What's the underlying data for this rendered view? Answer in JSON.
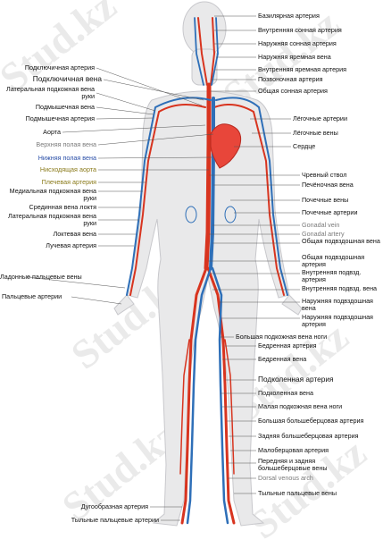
{
  "colors": {
    "artery": "#d8341f",
    "vein": "#2e6fb8",
    "skin": "#e9e9ea",
    "skin_stroke": "#c8c8cc",
    "heart": "#e8463a"
  },
  "watermark": "Stud.kz",
  "labels_right": [
    "Базилярная артерия",
    "Внутренняя сонная артерия",
    "Наружняя сонная артерия",
    "Наружняя яремная вена",
    "Внутренняя яремная артерия",
    "Позвоночная артерия",
    "Общая сонная артерия",
    "Лёгочные артерии",
    "Лёгочные вены",
    "Сердце",
    "Чревный ствол",
    "Печёночная вена",
    "Почечные вены",
    "Почечные артерии",
    "Gonadal vein",
    "Gonadal artery",
    "Общая подвздошная вена",
    "Общая подвздошная артерия",
    "Внутренняя подвзд. артерия",
    "Внутренняя подвзд. вена",
    "Наружняя подвздошная вена",
    "Наружняя подвздошная артерия",
    "Большая подкожная вена ноги",
    "Бедренная артерия",
    "Бедренная вена",
    "Подколенная артерия",
    "Подколенная вена",
    "Малая подкожная вена ноги",
    "Большая большеберцовая артерия",
    "Задняя большеберцовая артерия",
    "Малоберцовая артерия",
    "Передняя и задняя большеберцовые вены",
    "Dorsal venous arch",
    "Тыльные пальцевые вены"
  ],
  "labels_left": [
    "Подключичная артерия",
    "Подключичная вена",
    "Латеральная подкожная вена руки",
    "Подмышечная вена",
    "Подмышечная артерия",
    "Аорта",
    "Верхняя полая вена",
    "Нижняя полая вена",
    "Нисходящая аорта",
    "Плечевая артерия",
    "Медиальная подкожная вена руки",
    "Срединная вена локтя",
    "Латеральная подкожная вена руки",
    "Локтевая вена",
    "Лучевая артерия",
    "Ладонные пальцевые вены",
    "Пальцевые артерии",
    "Дугообразная артерия",
    "Тыльные пальцевые артерии"
  ]
}
